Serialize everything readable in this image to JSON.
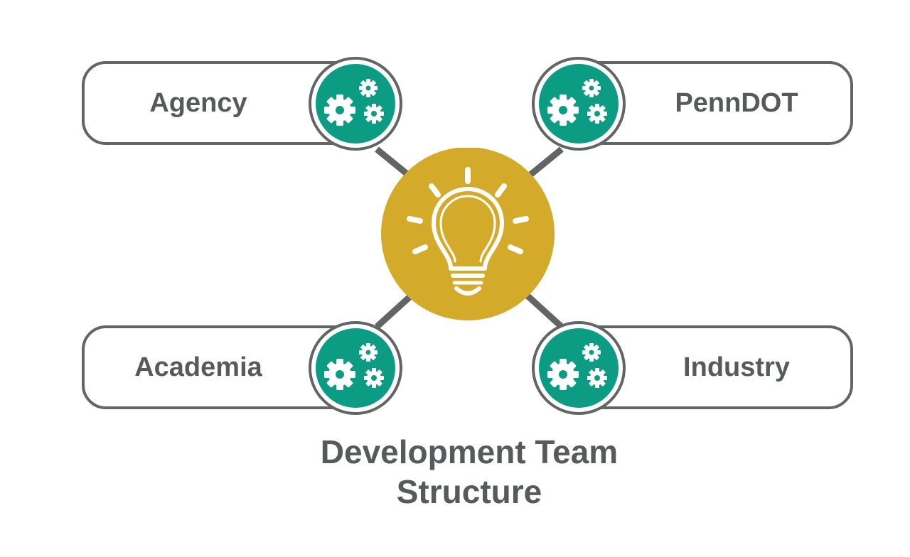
{
  "diagram": {
    "title_line1": "Development Team",
    "title_line2": "Structure",
    "nodes": [
      {
        "label": "Agency"
      },
      {
        "label": "PennDOT"
      },
      {
        "label": "Academia"
      },
      {
        "label": "Industry"
      }
    ],
    "center_icon": "lightbulb-icon",
    "node_icon": "gears-icon",
    "colors": {
      "hub": "#d4aa2a",
      "node_fill": "#0c9c84",
      "outline": "#636466",
      "text": "#58595b"
    }
  }
}
